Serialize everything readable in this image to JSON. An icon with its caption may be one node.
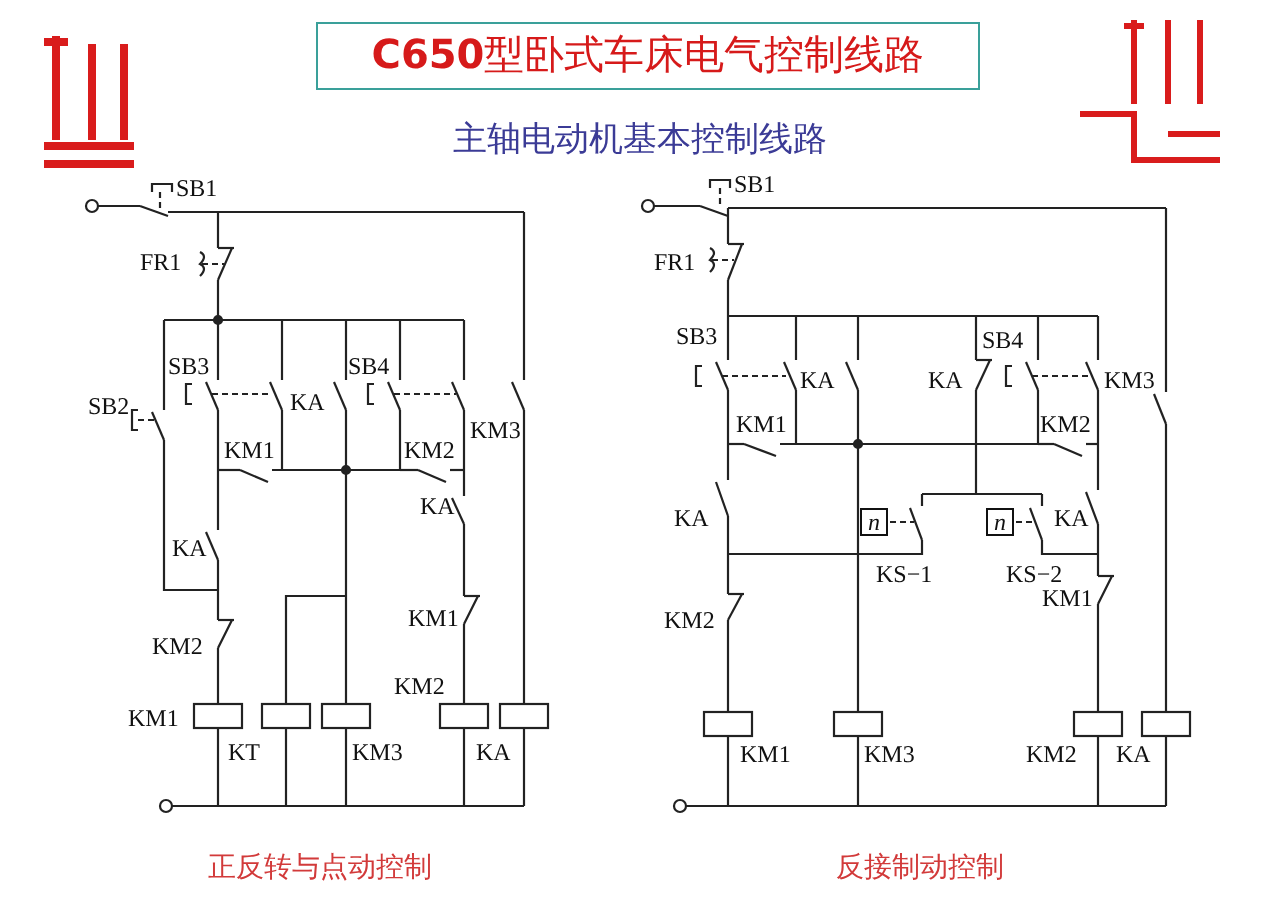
{
  "diagram": {
    "title": "**C650**型卧式车床电气控制线路",
    "labels": [
      "主轴电动机基本控制线路",
      "SB1",
      "FR1",
      "SB3",
      "SB4",
      "SB2",
      "KA",
      "KM3",
      "KM1",
      "KM2",
      "KA",
      "KA",
      "KM2",
      "KM1",
      "KM2",
      "KM1",
      "KT",
      "KM3",
      "KA",
      "正反转与点动控制",
      "SB1",
      "FR1",
      "SB3",
      "KA",
      "KA",
      "SB4",
      "KM3",
      "KM1",
      "KM2",
      "KA",
      "n",
      "n",
      "KA",
      "KS−1",
      "KS−2",
      "KM1",
      "KM2",
      "KM1",
      "KM3",
      "KM2",
      "KA",
      "反接制动控制"
    ]
  }
}
